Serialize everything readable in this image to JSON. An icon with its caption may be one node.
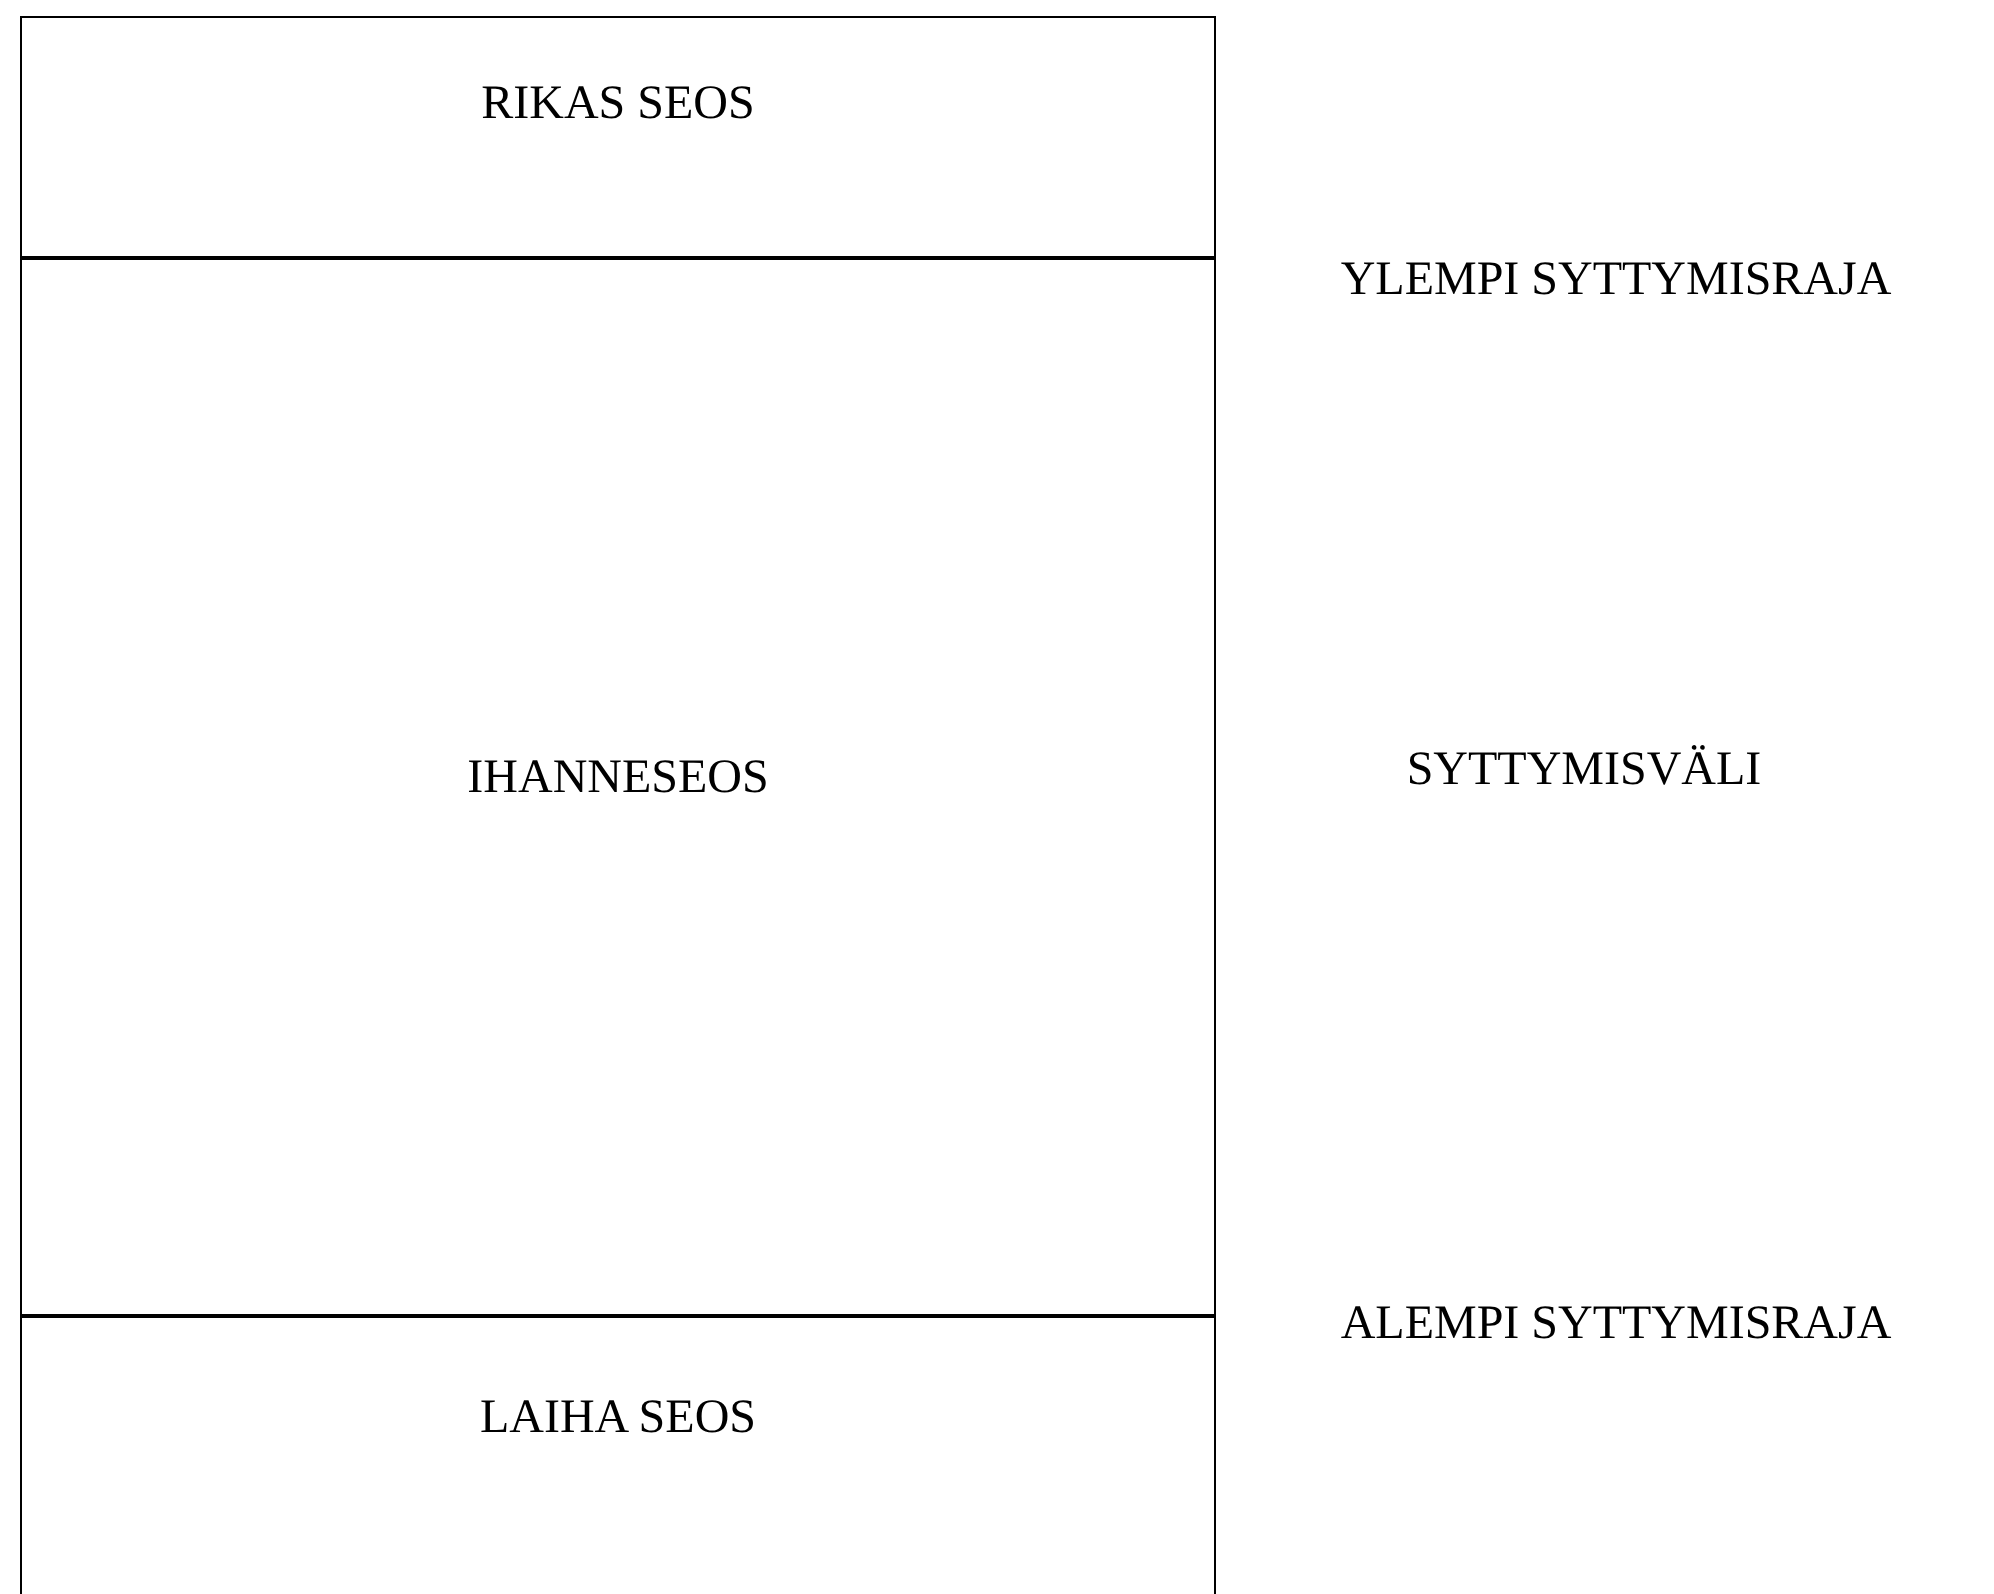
{
  "diagram": {
    "nodes": [
      {
        "text": [
          "RIKAS SEOS"
        ]
      },
      {
        "text": [
          "IHANNESEOS"
        ]
      },
      {
        "text": [
          "LAIHA SEOS"
        ]
      }
    ],
    "labels": [
      "YLEMPI SYTTYMISRAJA",
      "SYTTYMISVÄLI",
      "ALEMPI SYTTYMISRAJA"
    ]
  }
}
